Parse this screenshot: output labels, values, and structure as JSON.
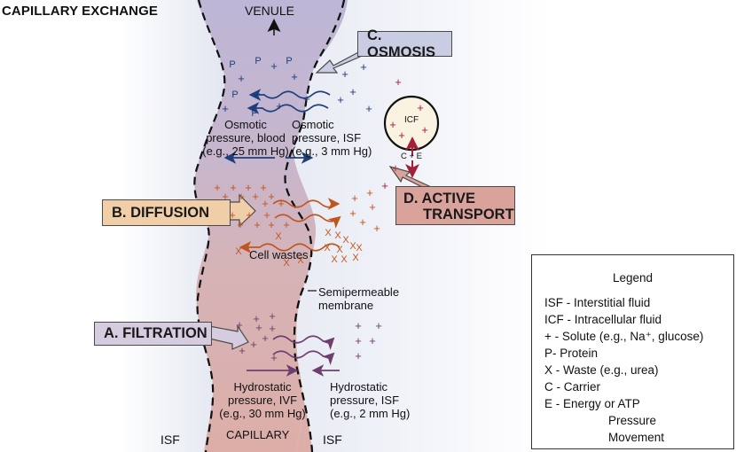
{
  "title": "CAPILLARY EXCHANGE",
  "vessel_labels": {
    "venule": "VENULE",
    "capillary": "CAPILLARY",
    "isf_left": "ISF",
    "isf_right": "ISF"
  },
  "processes": {
    "osmosis": "C. OSMOSIS",
    "diffusion": "B. DIFFUSION",
    "active_transport_line1": "D. ACTIVE",
    "active_transport_line2": "TRANSPORT",
    "filtration": "A. FILTRATION"
  },
  "annotations": {
    "osmotic_blood": [
      "Osmotic",
      "pressure, blood",
      "(e.g., 25 mm Hg)"
    ],
    "osmotic_isf": [
      "Osmotic",
      "pressure, ISF",
      "(e.g., 3 mm Hg)"
    ],
    "cell_wastes": "Cell wastes",
    "membrane": [
      "Semipermeable",
      "membrane"
    ],
    "hydrostatic_ivf": [
      "Hydrostatic",
      "pressure, IVF",
      "(e.g., 30 mm Hg)"
    ],
    "hydrostatic_isf": [
      "Hydrostatic",
      "pressure, ISF",
      "(e.g., 2 mm Hg)"
    ],
    "cell_label": "ICF",
    "carrier_label": "C + E"
  },
  "symbols": {
    "solute": "+",
    "protein": "P",
    "waste": "X"
  },
  "colors": {
    "osmosis": "#1f3f7a",
    "diffusion": "#c0561f",
    "active": "#a3203a",
    "filtration": "#6e3f6e",
    "osmosis_box": "#c9cde3",
    "diffusion_box": "#f0cfa8",
    "active_box": "#d9a39b",
    "filtration_box": "#d6cce0",
    "cell_fill": "#fbf3e2"
  },
  "legend": {
    "title": "Legend",
    "items": [
      "ISF - Interstitial fluid",
      "ICF - Intracellular fluid",
      "+ - Solute (e.g., Na⁺, glucose)",
      "P- Protein",
      "X - Waste (e.g., urea)",
      "C - Carrier",
      "E - Energy or ATP"
    ],
    "pressure_label": "Pressure",
    "movement_label": "Movement"
  }
}
